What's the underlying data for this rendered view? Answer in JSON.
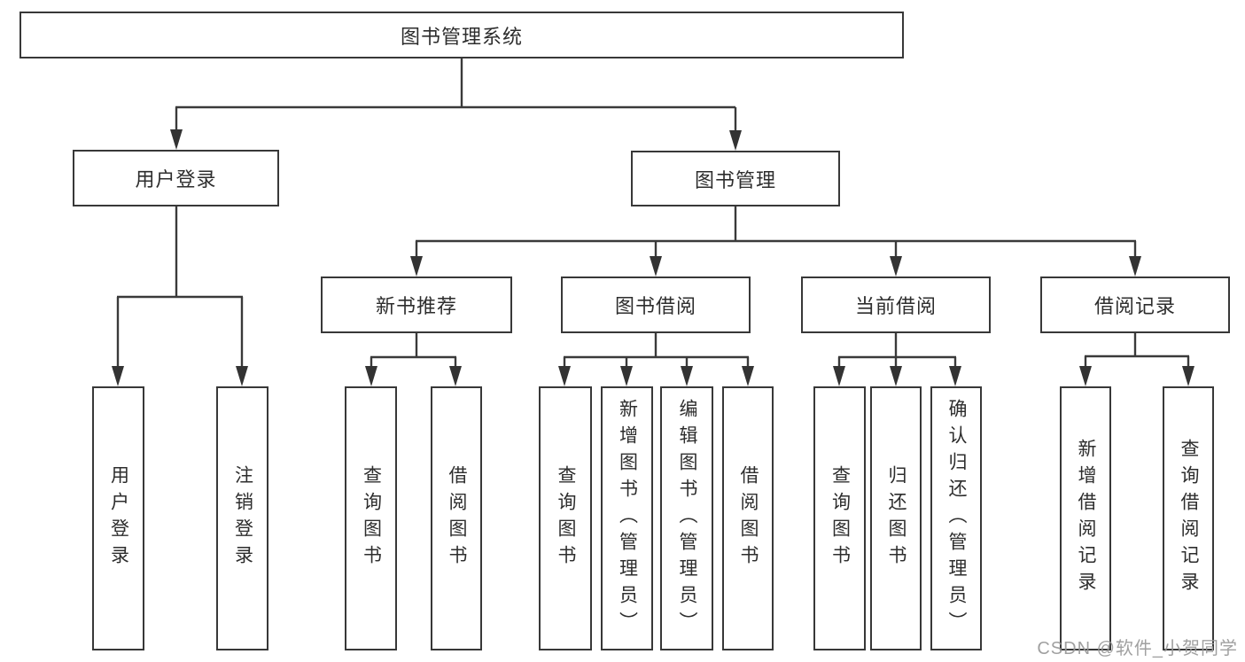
{
  "diagram": {
    "root": {
      "label": "图书管理系统"
    },
    "user_login": {
      "label": "用户登录",
      "children": {
        "login": {
          "label": "用户登录"
        },
        "logout": {
          "label": "注销登录"
        }
      }
    },
    "book_management": {
      "label": "图书管理",
      "sections": {
        "new_book_recommend": {
          "label": "新书推荐",
          "children": {
            "query_book": {
              "label": "查询图书"
            },
            "borrow_book": {
              "label": "借阅图书"
            }
          }
        },
        "book_borrowing": {
          "label": "图书借阅",
          "children": {
            "query_book": {
              "label": "查询图书"
            },
            "add_book_admin": {
              "label": "新增图书（管理员）"
            },
            "edit_book_admin": {
              "label": "编辑图书（管理员）"
            },
            "borrow_book": {
              "label": "借阅图书"
            }
          }
        },
        "current_borrowing": {
          "label": "当前借阅",
          "children": {
            "query_book": {
              "label": "查询图书"
            },
            "return_book": {
              "label": "归还图书"
            },
            "confirm_return_admin": {
              "label": "确认归还（管理员）"
            }
          }
        },
        "borrow_records": {
          "label": "借阅记录",
          "children": {
            "add_record": {
              "label": "新增借阅记录"
            },
            "query_record": {
              "label": "查询借阅记录"
            }
          }
        }
      }
    },
    "colors": {
      "line": "#3a3a3a",
      "text": "#2d2d2d",
      "watermark": "#989898"
    }
  },
  "watermark": {
    "text": "CSDN @软件_小贺同学"
  }
}
